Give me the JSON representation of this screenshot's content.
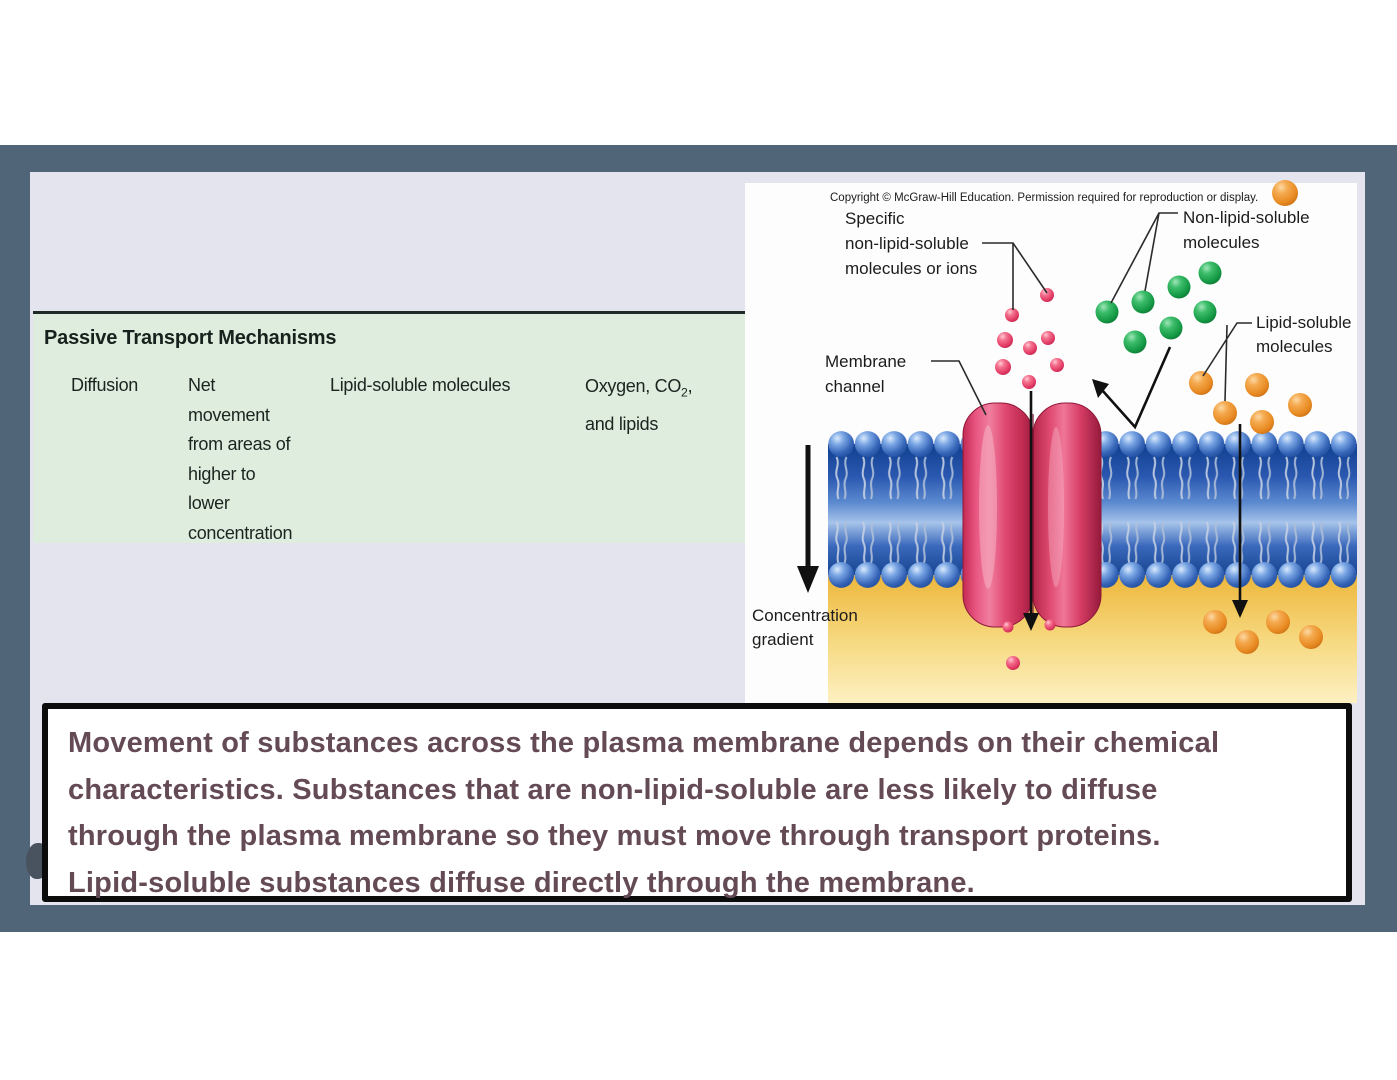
{
  "table": {
    "title": "Passive Transport Mechanisms",
    "rows": [
      {
        "mechanism": "Diffusion",
        "description_lines": [
          "Net",
          "movement",
          "from areas of",
          "higher to",
          "lower",
          "concentration"
        ],
        "substances": "Lipid-soluble molecules",
        "examples_pre": "Oxygen, CO",
        "examples_sub": "2",
        "examples_post": ",",
        "examples_line2": "and lipids"
      }
    ]
  },
  "diagram": {
    "copyright": "Copyright © McGraw-Hill Education. Permission required for reproduction or display.",
    "labels": {
      "specific": [
        "Specific",
        "non-lipid-soluble",
        "molecules or ions"
      ],
      "non_lipid": [
        "Non-lipid-soluble",
        "molecules"
      ],
      "lipid": [
        "Lipid-soluble",
        "molecules"
      ],
      "membrane_channel": [
        "Membrane",
        "channel"
      ],
      "concentration": [
        "Concentration",
        "gradient"
      ]
    }
  },
  "caption": {
    "lines": [
      "Movement of substances across the plasma membrane depends on their chemical",
      "characteristics. Substances that are non-lipid-soluble are less likely to diffuse",
      "through the plasma membrane so they must move through transport proteins.",
      "Lipid-soluble substances diffuse directly through the membrane."
    ]
  },
  "colors": {
    "frame_slate": "#516579",
    "panel_lavender": "#e3e4ee",
    "table_green": "#deeddd",
    "caption_text": "#644a55",
    "membrane_blue": "#2f5cb0",
    "channel_pink": "#e04a72",
    "cytoplasm_yellow": "#f2c659",
    "molecule_green": "#22a855",
    "molecule_orange": "#f09a3a",
    "molecule_pink": "#ec5276"
  }
}
